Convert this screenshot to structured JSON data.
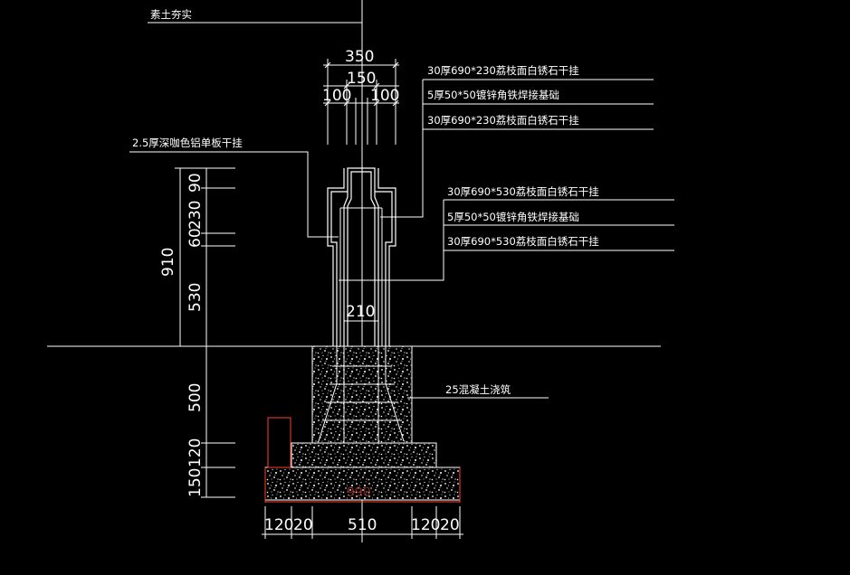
{
  "colors": {
    "background": "#000000",
    "lines": "#ffffff",
    "accent": "#ff3b2f"
  },
  "notes": {
    "compacted_soil": "素土夯实",
    "cap_stone_top": "30厚690*230荔枝面白锈石干挂",
    "angle_steel_top": "5厚50*50镀锌角铁焊接基础",
    "cap_stone_bottom": "30厚690*230荔枝面白锈石干挂",
    "aluminum_panel": "2.5厚深咖色铝单板干挂",
    "body_stone_top": "30厚690*530荔枝面白锈石干挂",
    "angle_steel_body": "5厚50*50镀锌角铁焊接基础",
    "body_stone_bottom": "30厚690*530荔枝面白锈石干挂",
    "concrete": "25混凝土浇筑"
  },
  "dims": {
    "top_total": "350",
    "top_middle": "150",
    "top_left": "100",
    "top_right": "100",
    "inner_width": "210",
    "h_total": "910",
    "h_90": "90",
    "h_230": "230",
    "h_60": "60",
    "h_530": "530",
    "h_500": "500",
    "h_120": "120",
    "h_150": "150",
    "base_total": "990",
    "b_120a": "120",
    "b_20a": "20",
    "b_510": "510",
    "b_120b": "120",
    "b_20b": "20"
  }
}
